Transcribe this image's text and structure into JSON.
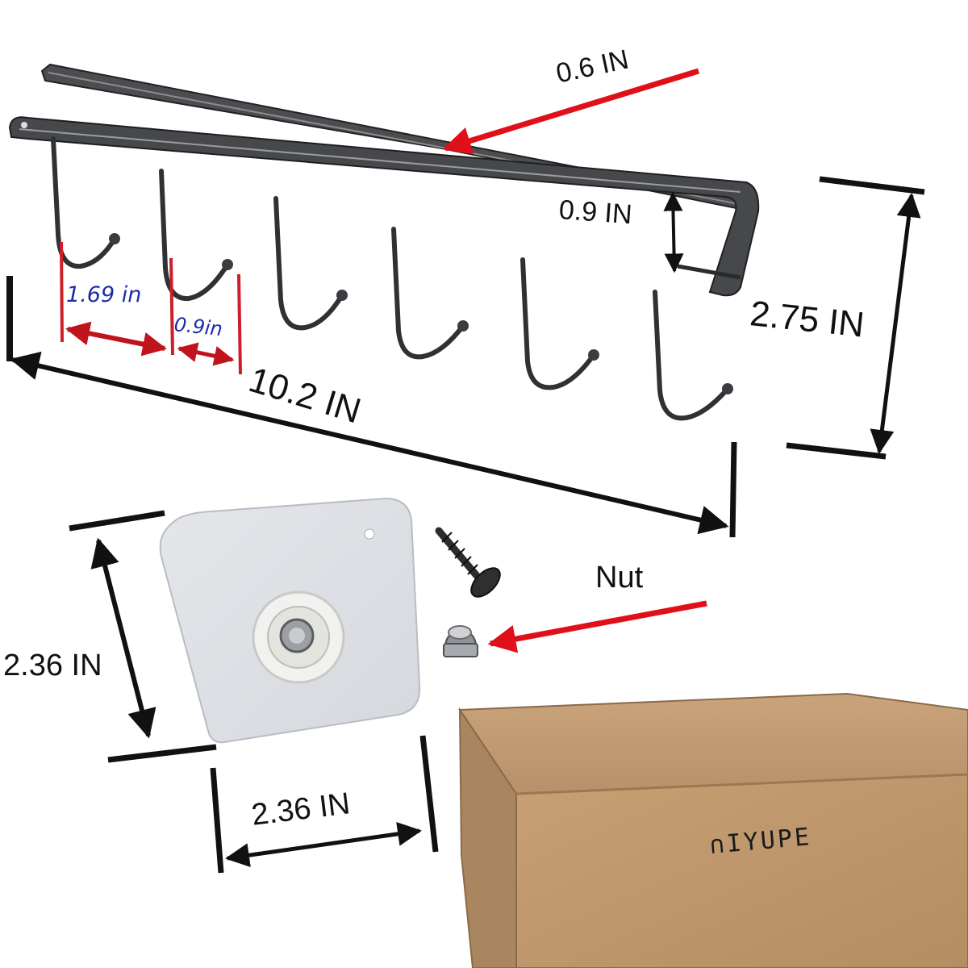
{
  "labels": {
    "strip_thickness": "0.6 IN",
    "bar_height": "0.9 IN",
    "overall_height": "2.75 IN",
    "overall_length": "10.2 IN",
    "hook_spacing": "1.69 in",
    "hook_width": "0.9in",
    "nut": "Nut",
    "plate_height": "2.36 IN",
    "plate_width": "2.36 IN"
  },
  "box": {
    "brand": "∩IYUPE"
  },
  "colors": {
    "dimension_line": "#111111",
    "pointer_arrow": "#e0101a",
    "hook_metal": "#35373a",
    "handwritten_dims": "#1c2ca8",
    "guide_lines": "#cc1f2a",
    "cardboard": "#c29c72"
  },
  "icons": {
    "hook_rack": "hook-rack-icon",
    "adhesive_plate": "adhesive-plate-icon",
    "screw": "screw-icon",
    "nut": "cap-nut-icon",
    "box": "cardboard-box-icon"
  }
}
